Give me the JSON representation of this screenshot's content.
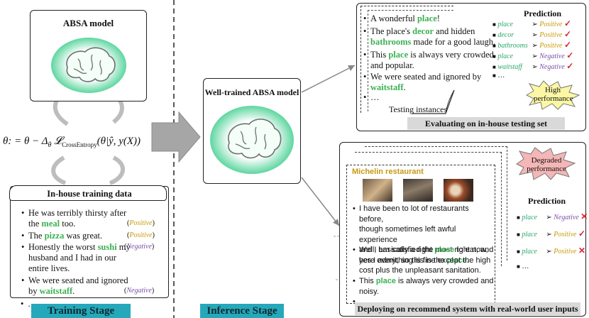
{
  "training": {
    "absa_model_title": "ABSA model",
    "stage_label": "Training Stage",
    "data_title": "In-house training data",
    "items": [
      {
        "pre": "He was terribly thirsty after",
        "line2_pre": "the ",
        "aspect": "meal",
        "post": " too.",
        "label": "Positive"
      },
      {
        "pre": "The ",
        "aspect": "pizza",
        "post": " was great.",
        "label": "Positive"
      },
      {
        "l1_pre": "Honestly the worst ",
        "aspect": "sushi",
        "l1_post": " my",
        "l2": "husband and I had in our",
        "l3": "entire lives.",
        "label": "Negative"
      },
      {
        "l1": "We were seated and ignored",
        "l2_pre": "by ",
        "aspect": "waitstaff",
        "post": ".",
        "label": "Negative"
      }
    ],
    "ellipsis": "…"
  },
  "inference": {
    "stage_label": "Inference Stage",
    "model_title": "Well-trained ABSA model"
  },
  "testing": {
    "caption": "Evaluating on in-house testing set",
    "instances_label": "Testing instances",
    "prediction_title": "Prediction",
    "badge": "High performance",
    "sentences": [
      {
        "pre": "A wonderful ",
        "aspect": "place",
        "post": "!"
      },
      {
        "pre": "The place's ",
        "aspect": "decor",
        "post": " and hidden",
        "l2_aspect": "bathrooms",
        "l2_post": " made for a good laugh."
      },
      {
        "pre": "This ",
        "aspect": "place",
        "post": " is always very crowded",
        "l2": "and popular."
      },
      {
        "pre": "We were seated and ignored by",
        "l2_aspect": "waitstaff",
        "l2_post": "."
      }
    ],
    "ellipsis": "…",
    "predictions": [
      {
        "aspect": "place",
        "label": "Positive",
        "mark": "✓"
      },
      {
        "aspect": "decor",
        "label": "Positive",
        "mark": "✓"
      },
      {
        "aspect": "bathrooms",
        "label": "Positive",
        "mark": "✓"
      },
      {
        "aspect": "place",
        "label": "Negative",
        "mark": "✓"
      },
      {
        "aspect": "waitstaff",
        "label": "Negative",
        "mark": "✓"
      }
    ],
    "pred_ellipsis": "…"
  },
  "deploy": {
    "caption": "Deploying on recommend system with real-world user inputs",
    "restaurant_title": "Michelin restaurant",
    "badge": "Degraded performance",
    "prediction_title": "Prediction",
    "reviews": [
      {
        "l1": "I have been to lot of restaurants before,",
        "l2": "though sometimes left awful experience",
        "l3": "and I am satisfied the most right now,",
        "l4_pre": "yes I admit, so this is the ",
        "aspect": "place",
        "l4_post": "."
      },
      {
        "l1_pre": "Well, basically a right ",
        "aspect": "place",
        "l1_post": " to eat, and",
        "l2": "here everything is fine except the high",
        "l3": "cost plus the unpleasant sanitation."
      },
      {
        "l1_pre": "This ",
        "aspect": "place",
        "l1_post": " is always very crowded and",
        "l2": "noisy."
      }
    ],
    "ellipsis": "…",
    "predictions": [
      {
        "aspect": "place",
        "label": "Negative",
        "mark": "✕"
      },
      {
        "aspect": "place",
        "label": "Positive",
        "mark": "✓"
      },
      {
        "aspect": "place",
        "label": "Positive",
        "mark": "✕"
      }
    ],
    "pred_ellipsis": "…"
  },
  "colors": {
    "aspect": "#3cb054",
    "positive": "#c79a00",
    "negative": "#7a52a8",
    "stage": "#26a8bb",
    "wrong": "#d9232e"
  }
}
